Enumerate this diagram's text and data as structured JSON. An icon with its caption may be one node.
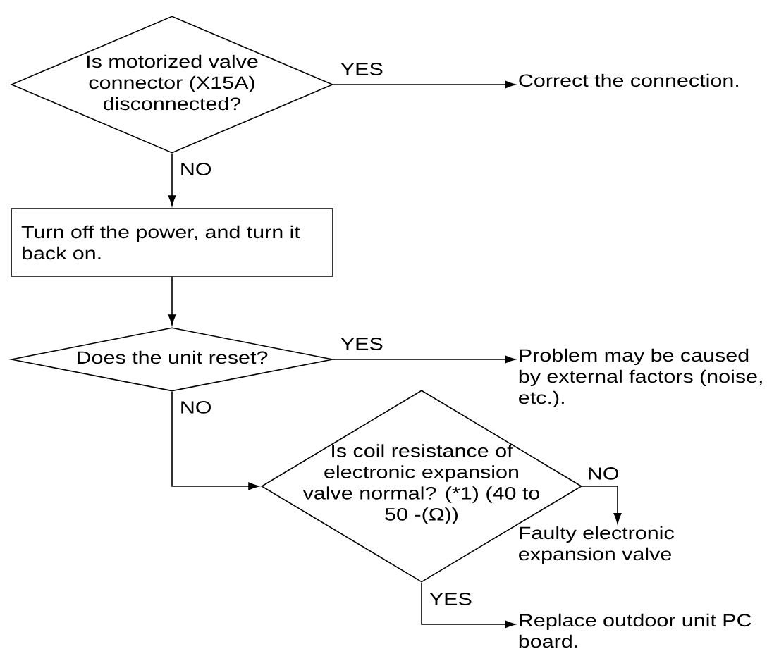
{
  "diagram": {
    "nodes": [
      {
        "text": [
          "Is motorized valve connector (X15A) disconnected?"
        ]
      },
      {
        "text": [
          "Correct the connection."
        ]
      },
      {
        "text": [
          "Turn off the power, and turn it back on."
        ]
      },
      {
        "text": [
          "Does the unit reset?"
        ]
      },
      {
        "text": [
          "Problem may be caused by external factors (noise, etc.)."
        ]
      },
      {
        "text": [
          "Is coil resistance of electronic expansion valve normal? (*1) (40 to 50 -(Ω))"
        ]
      },
      {
        "text": [
          "Faulty electronic expansion valve"
        ]
      },
      {
        "text": [
          "Replace outdoor unit PC board."
        ]
      }
    ],
    "edges": [
      {
        "from": 0,
        "to": 1,
        "arrow": "to",
        "label": "YES"
      },
      {
        "from": 0,
        "to": 2,
        "arrow": "to",
        "label": "NO"
      },
      {
        "from": 2,
        "to": 3,
        "arrow": "to"
      },
      {
        "from": 3,
        "to": 4,
        "arrow": "to",
        "label": "YES"
      },
      {
        "from": 3,
        "to": 5,
        "arrow": "to",
        "label": "NO"
      },
      {
        "from": 5,
        "to": 6,
        "arrow": "to",
        "label": "NO"
      },
      {
        "from": 5,
        "to": 7,
        "arrow": "to",
        "label": "YES"
      }
    ]
  }
}
